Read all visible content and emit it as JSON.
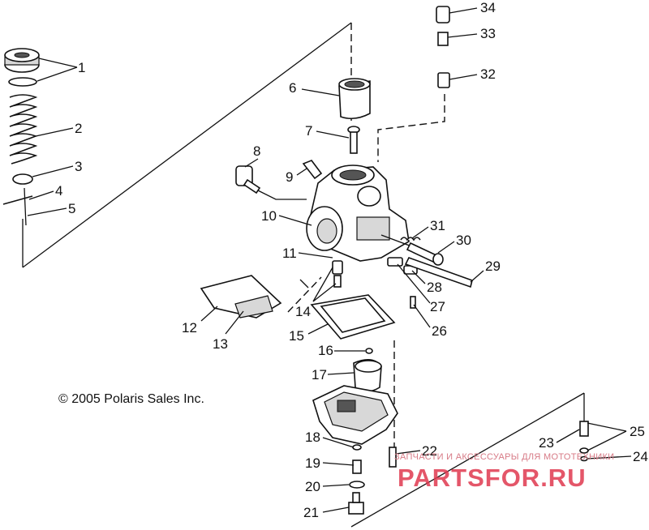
{
  "copyright": "© 2005 Polaris Sales Inc.",
  "watermark": {
    "tagline": "ЗАПЧАСТИ И АКСЕССУАРЫ ДЛЯ МОТОТЕХНИКИ",
    "logo": "PARTSFOR.RU"
  },
  "callouts": {
    "c1": "1",
    "c2": "2",
    "c3": "3",
    "c4": "4",
    "c5": "5",
    "c6": "6",
    "c7": "7",
    "c8": "8",
    "c9": "9",
    "c10": "10",
    "c11": "11",
    "c12": "12",
    "c13": "13",
    "c14": "14",
    "c15": "15",
    "c16": "16",
    "c17": "17",
    "c18": "18",
    "c19": "19",
    "c20": "20",
    "c21": "21",
    "c22": "22",
    "c23": "23",
    "c24": "24",
    "c25": "25",
    "c26": "26",
    "c27": "27",
    "c28": "28",
    "c29": "29",
    "c30": "30",
    "c31": "31",
    "c32": "32",
    "c33": "33",
    "c34": "34"
  }
}
